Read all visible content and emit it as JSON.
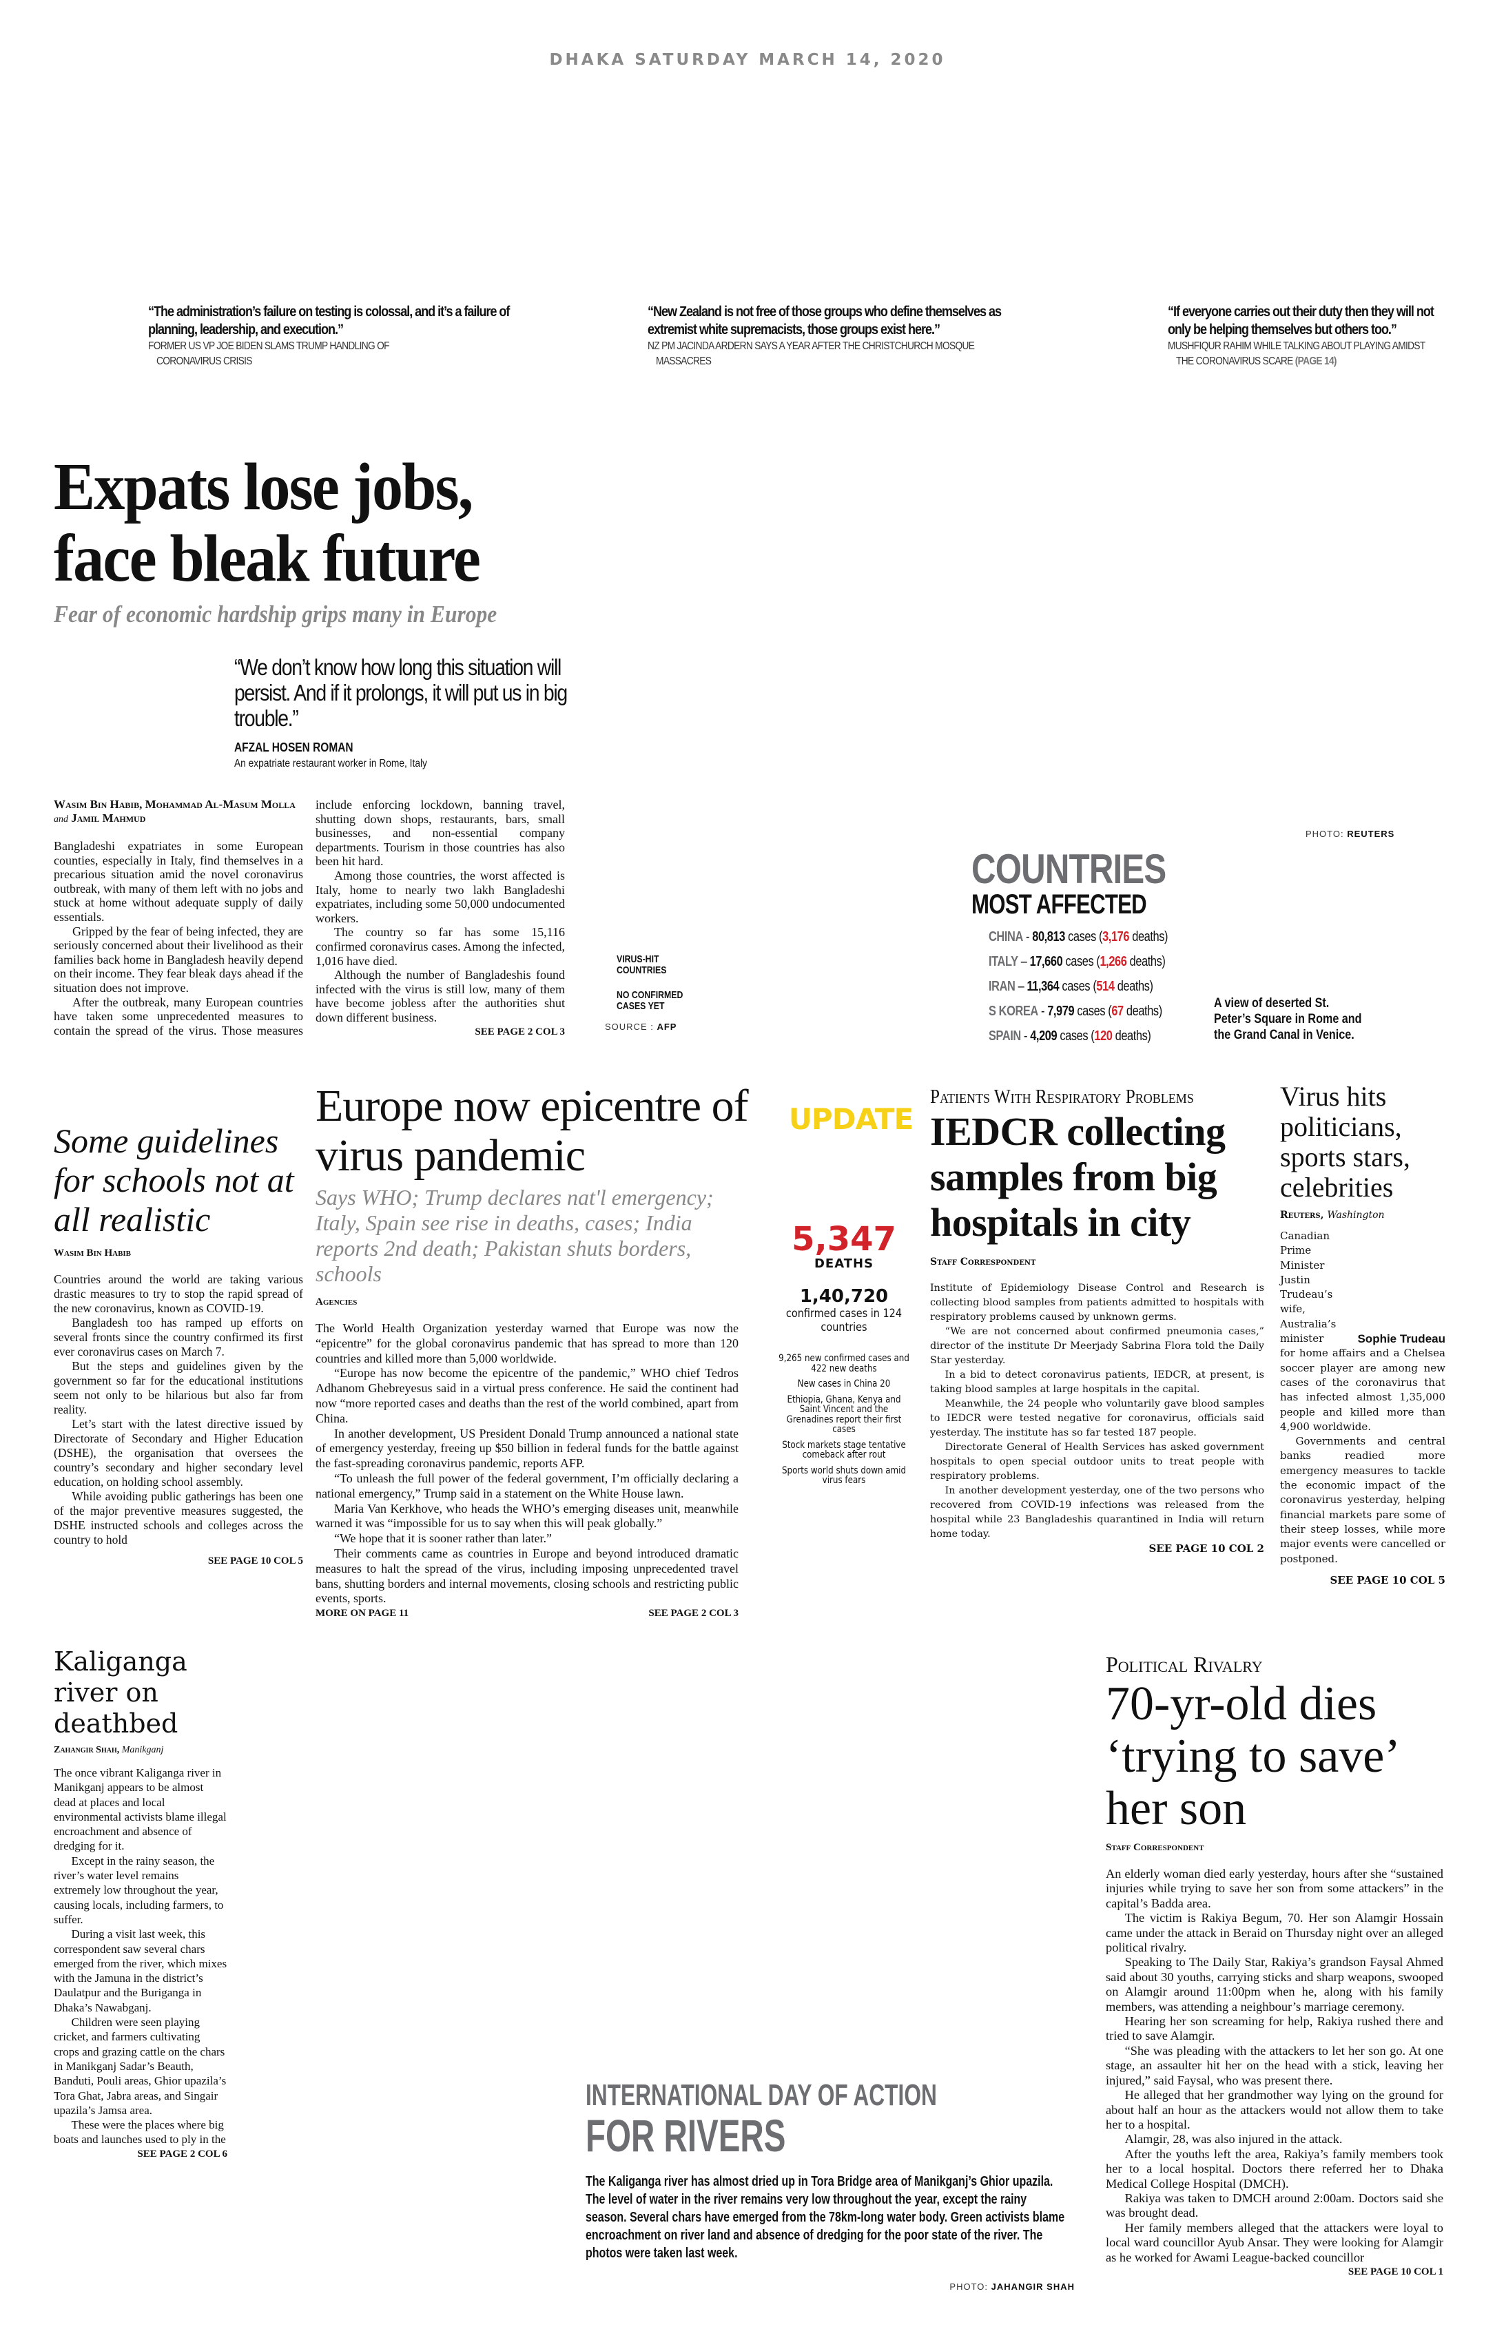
{
  "header": {
    "dateline": "DHAKA SATURDAY MARCH 14, 2020"
  },
  "top_quotes": [
    {
      "quote": "“The administration’s failure on testing is colossal, and it’s a failure of planning, leadership, and execution.”",
      "source_line1": "FORMER US VP JOE BIDEN SLAMS TRUMP HANDLING OF",
      "source_line2": "CORONAVIRUS CRISIS"
    },
    {
      "quote": "“New Zealand is not free of those groups who define themselves as extremist white supremacists, those groups exist here.”",
      "source_line1": "NZ PM JACINDA ARDERN SAYS A YEAR AFTER THE CHRISTCHURCH MOSQUE",
      "source_line2": "MASSACRES"
    },
    {
      "quote": "“If everyone carries out their duty then they will not only be helping themselves but others too.”",
      "source_line1": "MUSHFIQUR RAHIM WHILE TALKING ABOUT PLAYING AMIDST",
      "source_line2": "THE CORONAVIRUS SCARE",
      "more": "(PAGE 14)"
    }
  ],
  "lead": {
    "headline_line1": "Expats lose jobs,",
    "headline_line2": "face bleak future",
    "subhead": "Fear of economic hardship grips many in Europe",
    "pull_quote": "“We don’t know how long this situation will persist. And if it prolongs, it will put us in big trouble.”",
    "pull_name": "AFZAL HOSEN ROMAN",
    "pull_role": "An expatriate restaurant worker in Rome, Italy",
    "byline": "Wasim Bin Habib, Mohammad Al-Masum Molla",
    "byline_and": "and",
    "byline2": "Jamil Mahmud",
    "paragraphs": [
      "Bangladeshi expatriates in some European counties, especially in Italy, find themselves in a precarious situation amid the novel coronavirus outbreak, with many of them left with no jobs and stuck at home without adequate supply of daily essentials.",
      "Gripped by the fear of being infected, they are seriously concerned about their livelihood as their families back home in Bangladesh heavily depend on their income. They fear bleak days ahead if the situation does not improve.",
      "After the outbreak, many European countries have taken some unprecedented measures to contain the spread of the virus. Those measures include enforcing lockdown, banning travel, shutting down shops, restaurants, bars, small businesses, and non-essential company departments. Tourism in those countries has also been hit hard.",
      "Among those countries, the worst affected is Italy, home to nearly two lakh Bangladeshi expatriates, including some 50,000 undocumented workers.",
      "The country so far has some 15,116 confirmed coronavirus cases. Among the infected, 1,016 have died.",
      "Although the number of Bangladeshis found infected with the virus is still low, many of them have become jobless after the authorities shut down different business."
    ],
    "see_ref": "SEE PAGE 2 COL 3"
  },
  "graphic": {
    "photo_credit_label": "PHOTO:",
    "photo_credit": "REUTERS",
    "legend_virus_hit": "VIRUS-HIT COUNTRIES",
    "legend_no_cases": "NO CONFIRMED CASES YET",
    "source_label": "SOURCE :",
    "source": "AFP",
    "title1": "COUNTRIES",
    "title2": "MOST AFFECTED",
    "countries": [
      {
        "name": "CHINA",
        "sep": " - ",
        "cases": "80,813",
        "deaths": "3,176"
      },
      {
        "name": "ITALY",
        "sep": " – ",
        "cases": "17,660",
        "deaths": "1,266"
      },
      {
        "name": "IRAN",
        "sep": " – ",
        "cases": "11,364",
        "deaths": "514"
      },
      {
        "name": "S KOREA",
        "sep": " - ",
        "cases": "7,979",
        "deaths": "67"
      },
      {
        "name": "SPAIN",
        "sep": " - ",
        "cases": "4,209",
        "deaths": "120"
      }
    ],
    "cases_word": " cases (",
    "deaths_word": " deaths)",
    "caption": "A view of deserted St. Peter’s Square in Rome and the Grand Canal in Venice.",
    "colors": {
      "gray": "#6d6e71",
      "red": "#d2232a"
    }
  },
  "schools": {
    "headline": "Some guidelines for schools not at all realistic",
    "byline": "Wasim Bin Habib",
    "paragraphs": [
      "Countries around the world are taking various drastic measures to try to stop the rapid spread of the new coronavirus, known as COVID-19.",
      "Bangladesh too has ramped up efforts on several fronts since the country confirmed its first ever coronavirus cases on March 7.",
      "But the steps and guidelines given by the government so far for the educational institutions seem not only to be hilarious but also far from reality.",
      "Let’s start with the latest directive issued by Directorate of Secondary and Higher Education (DSHE), the organisation that oversees the country’s secondary and higher secondary level education, on holding school assembly.",
      "While avoiding public gatherings has been one of the major preventive measures suggested, the DSHE instructed schools and colleges across the country to hold"
    ],
    "see_ref": "SEE PAGE 10 COL 5"
  },
  "europe": {
    "headline": "Europe now epicentre of virus pandemic",
    "subhead": "Says WHO; Trump declares nat'l emergency; Italy, Spain see rise in deaths, cases; India reports 2nd death; Pakistan shuts borders, schools",
    "byline": "Agencies",
    "paragraphs": [
      "The World Health Organization yesterday warned that Europe was now the “epicentre” for the global coronavirus pandemic that has spread to more than 120 countries and killed more than 5,000 worldwide.",
      "“Europe has now become the epicentre of the pandemic,” WHO chief Tedros Adhanom Ghebreyesus said in a virtual press conference. He said the continent had now “more reported cases and deaths than the rest of the world combined, apart from China.",
      "In another development, US President Donald Trump announced a national state of emergency yesterday, freeing up $50 billion in federal funds for the battle against the fast-spreading coronavirus pandemic, reports AFP.",
      "“To unleash the full power of the federal government, I’m officially declaring a national emergency,” Trump said in a statement on the White House lawn.",
      "Maria Van Kerkhove, who heads the WHO’s emerging diseases unit, meanwhile warned it was “impossible for us to say when this will peak globally.”",
      "“We hope that it is sooner rather than later.”",
      "Their comments came as countries in Europe and beyond introduced dramatic measures to halt the spread of the virus, including imposing unprecedented travel bans, shutting borders and internal movements, closing schools and restricting public events, sports."
    ],
    "more_ref": "MORE ON PAGE 11",
    "see_ref": "SEE PAGE 2 COL 3"
  },
  "update": {
    "label": "UPDATE",
    "deaths": "5,347",
    "deaths_label": "DEATHS",
    "cases": "1,40,720",
    "cases_label": "confirmed cases in 124 countries",
    "items": [
      "9,265 new confirmed cases and 422 new deaths",
      "New cases in China 20",
      "Ethiopia, Ghana, Kenya and Saint Vincent and the Grenadines report their first cases",
      "Stock markets stage tentative comeback after rout",
      "Sports world shuts down amid virus fears"
    ],
    "colors": {
      "label": "#f7d117",
      "deaths": "#d2232a"
    }
  },
  "iedcr": {
    "kicker": "Patients With Respiratory Problems",
    "headline": "IEDCR collecting samples from big hospitals in city",
    "byline": "Staff Correspondent",
    "paragraphs": [
      "Institute of Epidemiology Disease Control and Research is collecting blood samples from patients admitted to hospitals with respiratory problems caused by unknown germs.",
      "“We are not concerned about confirmed pneumonia cases,” director of the institute Dr Meerjady Sabrina Flora told the Daily Star yesterday.",
      "In a bid to detect coronavirus patients, IEDCR, at present, is taking blood samples at large hospitals in the capital.",
      "Meanwhile, the 24 people who voluntarily gave blood samples to IEDCR were tested negative for coronavirus, officials said yesterday. The institute has so far tested 187 people.",
      "Directorate General of Health Services has asked government hospitals to open special outdoor units to treat people with respiratory problems.",
      "In another development yesterday, one of the two persons who recovered from COVID-19 infections was released from the hospital while 23 Bangladeshis quarantined in India will return home today."
    ],
    "see_ref": "SEE PAGE 10 COL 2"
  },
  "celebs": {
    "headline": "Virus hits politicians, sports stars, celebrities",
    "byline": "Reuters,",
    "dateline": "Washington",
    "photo_label": "Sophie Trudeau",
    "intro_narrow": "Canadian Prime Minister Justin Trudeau’s wife, Australia’s minister",
    "paragraphs": [
      "for home affairs and a Chelsea soccer player are among new cases of the coronavirus that has infected almost 1,35,000 people and killed more than 4,900 worldwide.",
      "Governments and central banks readied more emergency measures to tackle the economic impact of the coronavirus yesterday, helping financial markets pare some of their steep losses, while more major events were cancelled or postponed."
    ],
    "see_ref": "SEE PAGE 10 COL 5"
  },
  "kaliganga": {
    "headline": "Kaliganga river on deathbed",
    "byline": "Zahangir Shah,",
    "dateline": "Manikganj",
    "paragraphs": [
      "The once vibrant Kaliganga river in Manikganj appears to be almost dead at places and local environmental activists blame illegal encroachment and absence of dredging for it.",
      "Except in the rainy season, the river’s water level remains extremely low throughout the year, causing locals, including farmers, to suffer.",
      "During a visit last week, this correspondent saw several chars emerged from the river, which mixes with the Jamuna in the district’s Daulatpur and the Buriganga in Dhaka’s Nawabganj.",
      "Children were seen playing cricket, and farmers cultivating crops and grazing cattle on the chars in Manikganj Sadar’s Beauth, Banduti, Pouli areas, Ghior upazila’s Tora Ghat, Jabra areas, and Singair upazila’s Jamsa area.",
      "These were the places where big boats and launches used to ply in the"
    ],
    "see_ref": "SEE PAGE 2 COL 6"
  },
  "rivers": {
    "title1": "INTERNATIONAL DAY OF ACTION",
    "title2": "FOR RIVERS",
    "text": "The Kaliganga river has almost dried up in Tora Bridge area of Manikganj’s Ghior upazila. The level of water in the river remains very low throughout the year, except the rainy season. Several chars have emerged from the 78km-long water body. Green activists blame encroachment on river land and absence of dredging for the poor state of the river. The photos were taken last week.",
    "photo_credit_label": "PHOTO:",
    "photo_credit": "JAHANGIR SHAH"
  },
  "rivalry": {
    "kicker": "Political Rivalry",
    "headline": "70-yr-old dies ‘trying to save’ her son",
    "byline": "Staff Correspondent",
    "paragraphs": [
      "An elderly woman died early yesterday, hours after she “sustained injuries while trying to save her son from some attackers” in the capital’s Badda area.",
      "The victim is Rakiya Begum, 70. Her son Alamgir Hossain came under the attack in Beraid on Thursday night over an alleged political rivalry.",
      "Speaking to The Daily Star, Rakiya’s grandson Faysal Ahmed said about 30 youths, carrying sticks and sharp weapons, swooped on Alamgir around 11:00pm when he, along with his family members, was attending a neighbour’s marriage ceremony.",
      "Hearing her son screaming for help, Rakiya rushed there and tried to save Alamgir.",
      "“She was pleading with the attackers to let her son go. At one stage, an assaulter hit her on the head with a stick, leaving her injured,” said Faysal, who was present there.",
      "He alleged that her grandmother way lying on the ground for about half an hour as the attackers would not allow them to take her to a hospital.",
      "Alamgir, 28, was also injured in the attack.",
      "After the youths left the area, Rakiya’s family members took her to a local hospital. Doctors there referred her to Dhaka Medical College Hospital (DMCH).",
      "Rakiya was taken to DMCH around 2:00am. Doctors said she was brought dead.",
      "Her family members alleged that the attackers were loyal to local ward councillor Ayub Ansar. They were looking for Alamgir as he worked for Awami League-backed councillor"
    ],
    "see_ref": "SEE PAGE 10 COL 1"
  }
}
